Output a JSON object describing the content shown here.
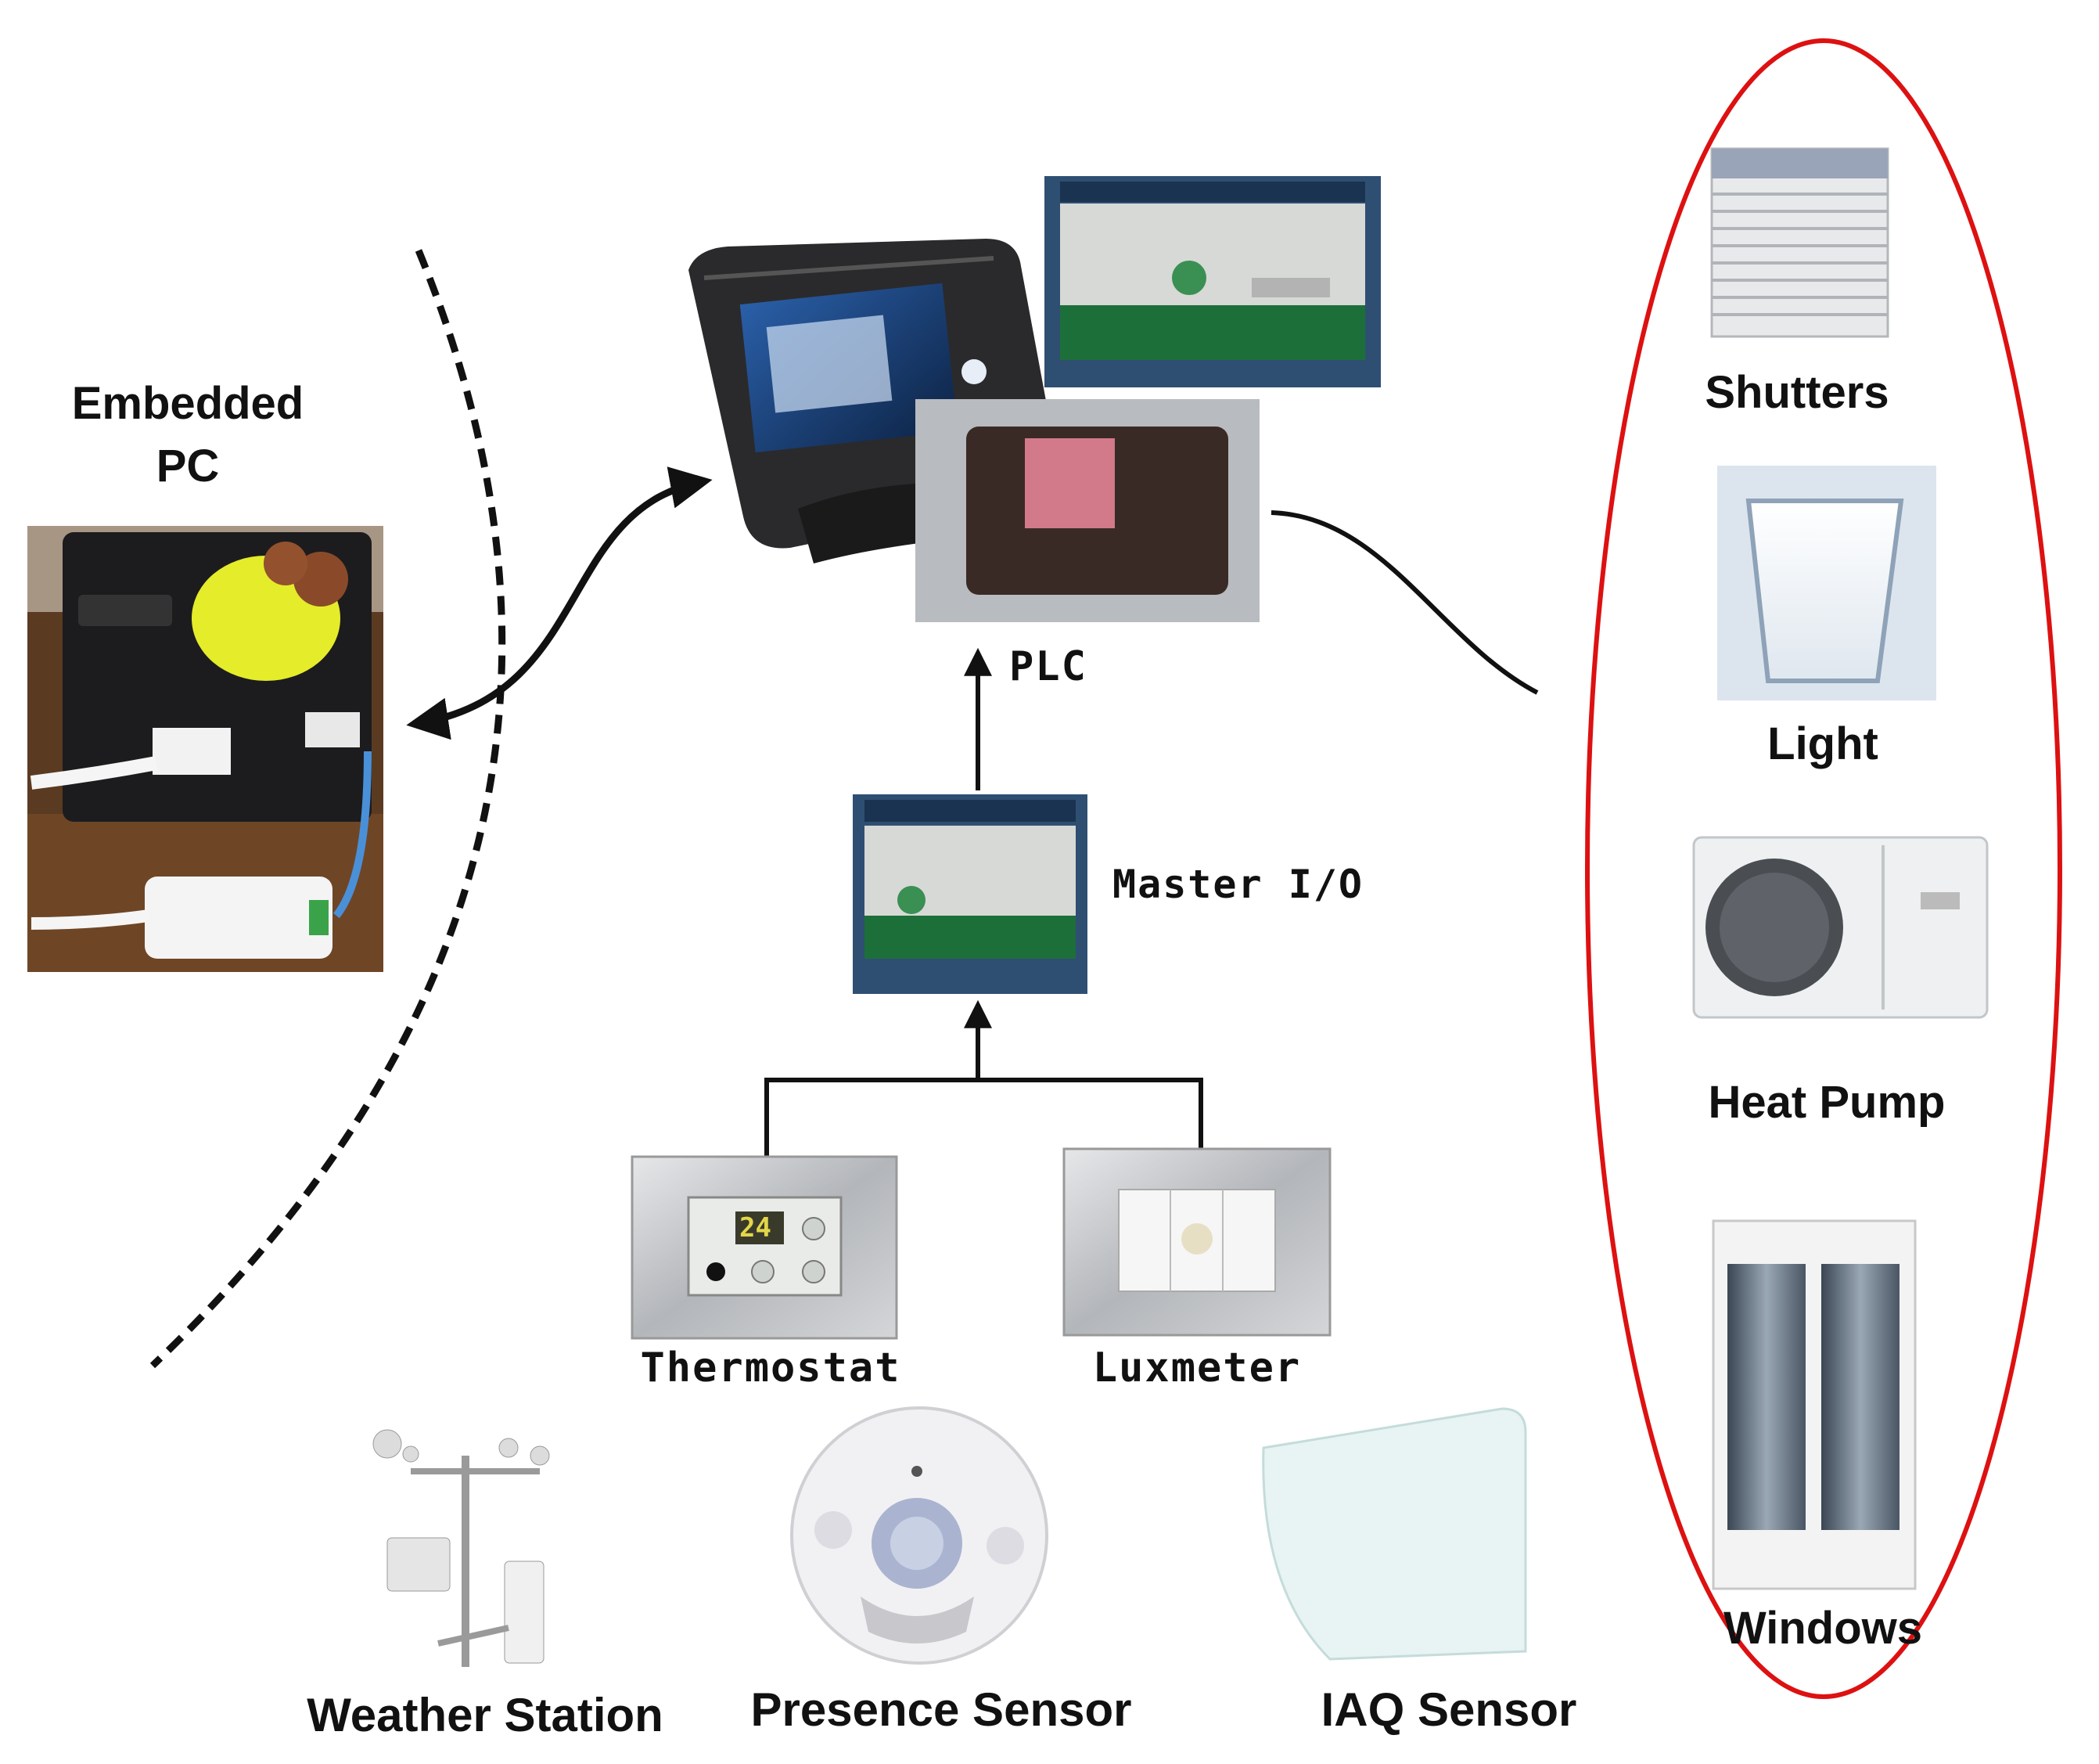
{
  "labels": {
    "embedded_pc_line1": "Embedded",
    "embedded_pc_line2": "PC",
    "plc": "PLC",
    "master_io": "Master I/O",
    "thermostat": "Thermostat",
    "luxmeter": "Luxmeter",
    "weather_station": "Weather Station",
    "presence_sensor": "Presence Sensor",
    "iaq_sensor": "IAQ Sensor",
    "shutters": "Shutters",
    "light": "Light",
    "heat_pump": "Heat Pump",
    "windows": "Windows"
  },
  "thermostat_display": "24",
  "colors": {
    "actuator_group_outline": "#dd1111",
    "connector": "#111111",
    "panel_frame": "#b9bcc0"
  }
}
